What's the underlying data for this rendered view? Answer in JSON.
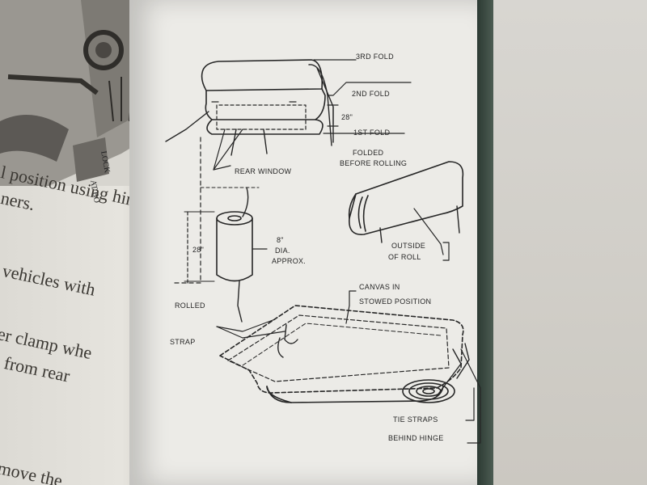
{
  "left_page": {
    "photo_labels": [
      "LOCK",
      "AT BO"
    ],
    "text_lines": [
      "l position using hing",
      "ners.",
      "vehicles with",
      "er clamp whe",
      "from rear",
      "move the"
    ]
  },
  "diagram": {
    "labels": {
      "fold3": "3RD FOLD",
      "fold2": "2ND FOLD",
      "fold1": "1ST FOLD",
      "dim_28_top": "28\"",
      "folded_1": "FOLDED",
      "folded_2": "BEFORE ROLLING",
      "rear_window": "REAR WINDOW",
      "outside_1": "OUTSIDE",
      "outside_2": "OF ROLL",
      "dim_28_left": "28\"",
      "dia_1": "8\"",
      "dia_2": "DIA.",
      "dia_3": "APPROX.",
      "rolled": "ROLLED",
      "canvas_1": "CANVAS IN",
      "canvas_2": "STOWED POSITION",
      "strap": "STRAP",
      "tie_1": "TIE STRAPS",
      "tie_2": "BEHIND HINGE"
    }
  }
}
